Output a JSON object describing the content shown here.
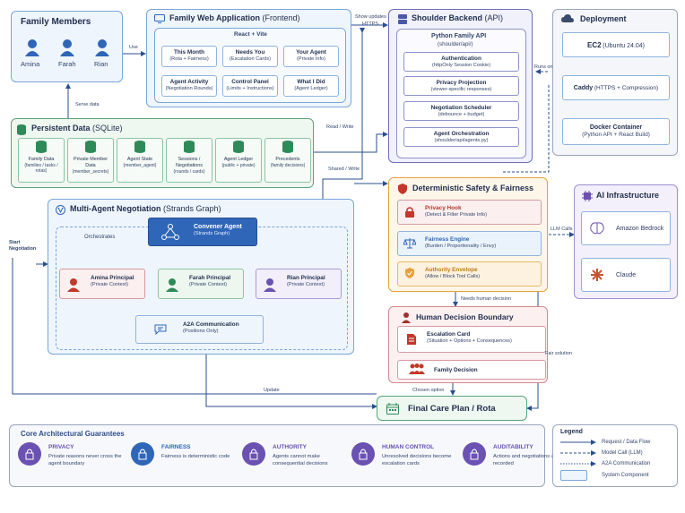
{
  "family": {
    "title": "Family Members",
    "members": [
      "Amina",
      "Farah",
      "Rian"
    ]
  },
  "frontend": {
    "title": "Family Web Application",
    "title_sub": "(Frontend)",
    "stack": "React + Vite",
    "cards": [
      {
        "t1": "This Month",
        "t2": "(Rota + Fairness)"
      },
      {
        "t1": "Needs You",
        "t2": "(Escalation Cards)"
      },
      {
        "t1": "Your Agent",
        "t2": "(Private Info)"
      },
      {
        "t1": "Agent Activity",
        "t2": "(Negotiation Rounds)"
      },
      {
        "t1": "Control Panel",
        "t2": "(Limits + Instructions)"
      },
      {
        "t1": "What I Did",
        "t2": "(Agent Ledger)"
      }
    ]
  },
  "backend": {
    "title": "Shoulder Backend",
    "title_sub": "(API)",
    "api_title": "Python Family API",
    "api_sub": "(shoulder/api/)",
    "cards": [
      {
        "t1": "Authentication",
        "t2": "(httpOnly Session Cookie)"
      },
      {
        "t1": "Privacy Projection",
        "t2": "(viewer-specific responses)"
      },
      {
        "t1": "Negotiation Scheduler",
        "t2": "(debounce + budget)"
      },
      {
        "t1": "Agent Orchestration",
        "t2": "(shoulder/api/agents.py)"
      }
    ]
  },
  "deployment": {
    "title": "Deployment",
    "cards": [
      {
        "t1": "EC2",
        "t2": "(Ubuntu 24.04)"
      },
      {
        "t1": "Caddy",
        "t2": "(HTTPS + Compression)"
      },
      {
        "t1": "Docker Container",
        "t2": "(Python API + React Build)"
      }
    ]
  },
  "persistent": {
    "title": "Persistent Data",
    "title_sub": "(SQLite)",
    "dbs": [
      {
        "t1": "Family Data",
        "t2": "(families / tasks / rotas)"
      },
      {
        "t1": "Private Member Data",
        "t2": "(member_secrets)"
      },
      {
        "t1": "Agent State",
        "t2": "(member_agent)"
      },
      {
        "t1": "Sessions / Negotiations",
        "t2": "(rounds / cards)"
      },
      {
        "t1": "Agent Ledger",
        "t2": "(public + private)"
      },
      {
        "t1": "Precedents",
        "t2": "(family decisions)"
      }
    ]
  },
  "negotiation": {
    "title": "Multi-Agent Negotiation",
    "title_sub": "(Strands Graph)",
    "convener": {
      "t1": "Convener Agent",
      "t2": "(Strands Graph)"
    },
    "orchestrates": "Orchestrates",
    "principals": [
      {
        "t1": "Amina Principal",
        "t2": "(Private Context)"
      },
      {
        "t1": "Farah Principal",
        "t2": "(Private Context)"
      },
      {
        "t1": "Rian Principal",
        "t2": "(Private Context)"
      }
    ],
    "a2a": {
      "t1": "A2A Communication",
      "t2": "(Positions Only)"
    }
  },
  "safety": {
    "title": "Deterministic Safety & Fairness",
    "cards": [
      {
        "t1": "Privacy Hook",
        "t2": "(Detect & Filter Private Info)"
      },
      {
        "t1": "Fairness Engine",
        "t2": "(Burden / Proportionality / Envy)"
      },
      {
        "t1": "Authority Envelope",
        "t2": "(Allow / Block Tool Calls)"
      }
    ]
  },
  "ai": {
    "title": "AI Infrastructure",
    "cards": [
      "Amazon Bedrock",
      "Claude"
    ]
  },
  "human": {
    "title": "Human Decision Boundary",
    "escalation": {
      "t1": "Escalation Card",
      "t2": "(Situation + Options + Consequences)"
    },
    "decision": "Family Decision"
  },
  "final": {
    "title": "Final Care Plan / Rota"
  },
  "edges": {
    "use": "Use",
    "serve": "Serve data",
    "show_http": "Show updates",
    "https": "HTTPS",
    "runs_on": "Runs on",
    "read_write1": "Read / Write",
    "read_write2": "Shared / Write",
    "start": "Start\nNegotiation",
    "llm": "LLM Calls",
    "needs_human": "Needs human decision",
    "fair_solution": "Fair solution",
    "chosen": "Chosen option",
    "update": "Update"
  },
  "guarantees": {
    "title": "Core Architectural Guarantees",
    "items": [
      {
        "t1": "PRIVACY",
        "t2": "Private reasons never cross the agent boundary"
      },
      {
        "t1": "FAIRNESS",
        "t2": "Fairness is deterministic code"
      },
      {
        "t1": "AUTHORITY",
        "t2": "Agents cannot make consequential decisions"
      },
      {
        "t1": "HUMAN CONTROL",
        "t2": "Unresolved decisions become escalation cards"
      },
      {
        "t1": "AUDITABILITY",
        "t2": "Actions and negotiations are recorded"
      }
    ]
  },
  "legend": {
    "title": "Legend",
    "items": [
      "Request / Data Flow",
      "Model Call (LLM)",
      "A2A Communication",
      "System Component"
    ]
  },
  "colors": {
    "blue": "#2f66b8",
    "green": "#2f8a5a",
    "orange": "#e6a23c",
    "red": "#c0392b",
    "purple": "#6a51b2"
  }
}
